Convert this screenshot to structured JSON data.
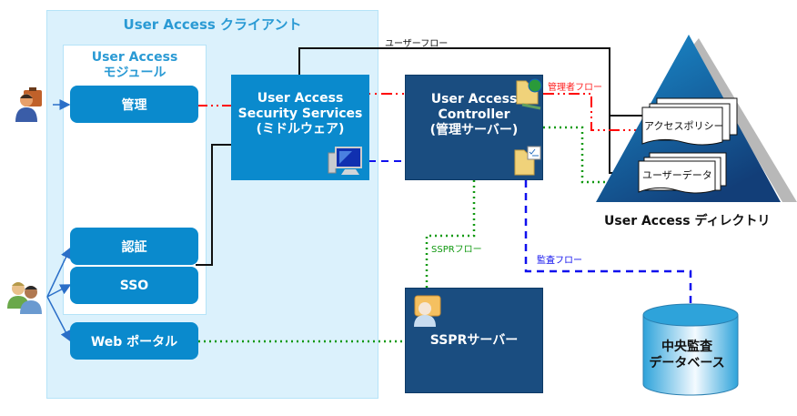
{
  "client": {
    "title": "User Access クライアント",
    "module_title_line1": "User Access",
    "module_title_line2": "モジュール",
    "buttons": {
      "admin": "管理",
      "auth": "認証",
      "sso": "SSO",
      "web_portal": "Web ポータル"
    }
  },
  "security_services": {
    "line1": "User Access",
    "line2": "Security Services",
    "line3": "(ミドルウェア)",
    "icon": "computer-monitor-icon"
  },
  "controller": {
    "line1": "User Access",
    "line2": "Controller",
    "line3": "(管理サーバー)",
    "icons": [
      "folder-globe-icon",
      "folder-checklist-icon"
    ]
  },
  "sspr_server": {
    "label": "SSPRサーバー",
    "icon": "user-briefcase-icon"
  },
  "directory": {
    "label": "User Access ディレクトリ",
    "docs": [
      "アクセスポリシー",
      "ユーザーデータ"
    ]
  },
  "audit_db": {
    "line1": "中央監査",
    "line2": "データベース"
  },
  "actors": {
    "admin_user": "admin-user-icon",
    "end_users": "users-group-icon"
  },
  "flows": {
    "user_flow": {
      "label": "ユーザーフロー",
      "color": "#000000"
    },
    "admin_flow": {
      "label": "管理者フロー",
      "color": "#ff0000"
    },
    "sspr_flow": {
      "label": "SSPRフロー",
      "color": "#119911"
    },
    "audit_flow": {
      "label": "監査フロー",
      "color": "#1010ee"
    }
  },
  "colors": {
    "client_bg": "#dbf1fc",
    "module_blue": "#0a8acd",
    "server_dark": "#1a4d80",
    "client_title": "#2a9ad4"
  }
}
